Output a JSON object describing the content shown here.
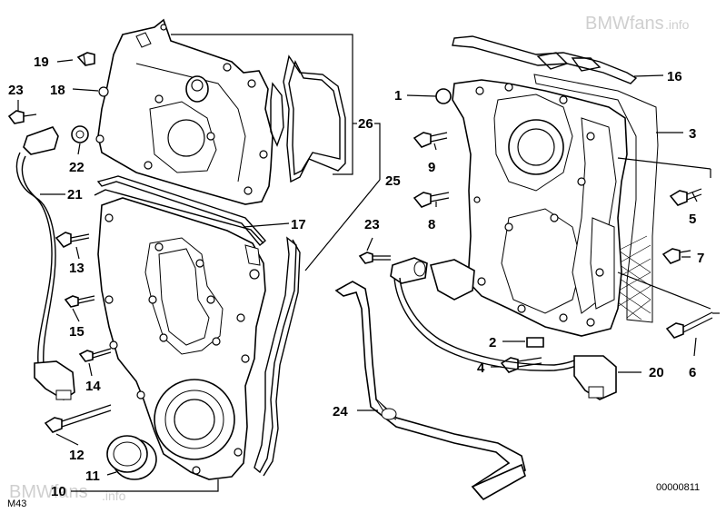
{
  "watermark_top": "BMWfans",
  "watermark_top_suffix": ".info",
  "watermark_bottom": "BMWfans",
  "watermark_bottom_suffix": ".info",
  "code_bottom_left": "M43",
  "code_bottom_right": "00000811",
  "callouts": {
    "c1": "1",
    "c2": "2",
    "c3": "3",
    "c4": "4",
    "c5": "5",
    "c6": "6",
    "c7": "7",
    "c8": "8",
    "c9": "9",
    "c10": "10",
    "c11": "11",
    "c12": "12",
    "c13": "13",
    "c14": "14",
    "c15": "15",
    "c16": "16",
    "c17": "17",
    "c18": "18",
    "c19": "19",
    "c20": "20",
    "c21": "21",
    "c22": "22",
    "c23a": "23",
    "c23b": "23",
    "c24": "24",
    "c25": "25",
    "c26": "26"
  }
}
